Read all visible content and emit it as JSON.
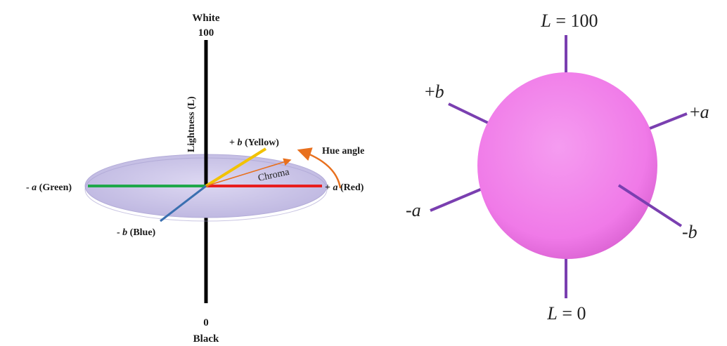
{
  "left_diagram": {
    "white_label": "White",
    "top_value": "100",
    "bottom_value": "0",
    "black_label": "Black",
    "lightness_axis": "Lightness (L)",
    "pos_b_prefix": "+ ",
    "pos_b_var": "b",
    "pos_b_name": " (Yellow)",
    "neg_b_prefix": "- ",
    "neg_b_var": "b",
    "neg_b_name": " (Blue)",
    "pos_a_prefix": "+ ",
    "pos_a_var": "a",
    "pos_a_name": " (Red)",
    "neg_a_prefix": "- ",
    "neg_a_var": "a",
    "neg_a_name": " (Green)",
    "hue_angle": "Hue angle",
    "chroma": "Chroma",
    "colors": {
      "disc": "#c9c3e8",
      "lightness_axis": "#000000",
      "green_axis": "#1fa84a",
      "red_axis": "#e81e1e",
      "yellow_axis": "#f2c200",
      "blue_axis": "#3a6fb0",
      "chroma_arrow": "#e8701e",
      "hue_arrow": "#e8701e"
    }
  },
  "right_diagram": {
    "top_label_var": "L",
    "top_label_rest": " = 100",
    "bottom_label_var": "L",
    "bottom_label_rest": " = 0",
    "pos_a_sign": "+",
    "pos_a_var": "a",
    "neg_a_sign": "-",
    "neg_a_var": "a",
    "pos_b_sign": "+",
    "pos_b_var": "b",
    "neg_b_sign": "-",
    "neg_b_var": "b",
    "colors": {
      "sphere": "#f07ae8",
      "sphere_edge": "#d85fd0",
      "spokes": "#7a3fb0"
    }
  }
}
